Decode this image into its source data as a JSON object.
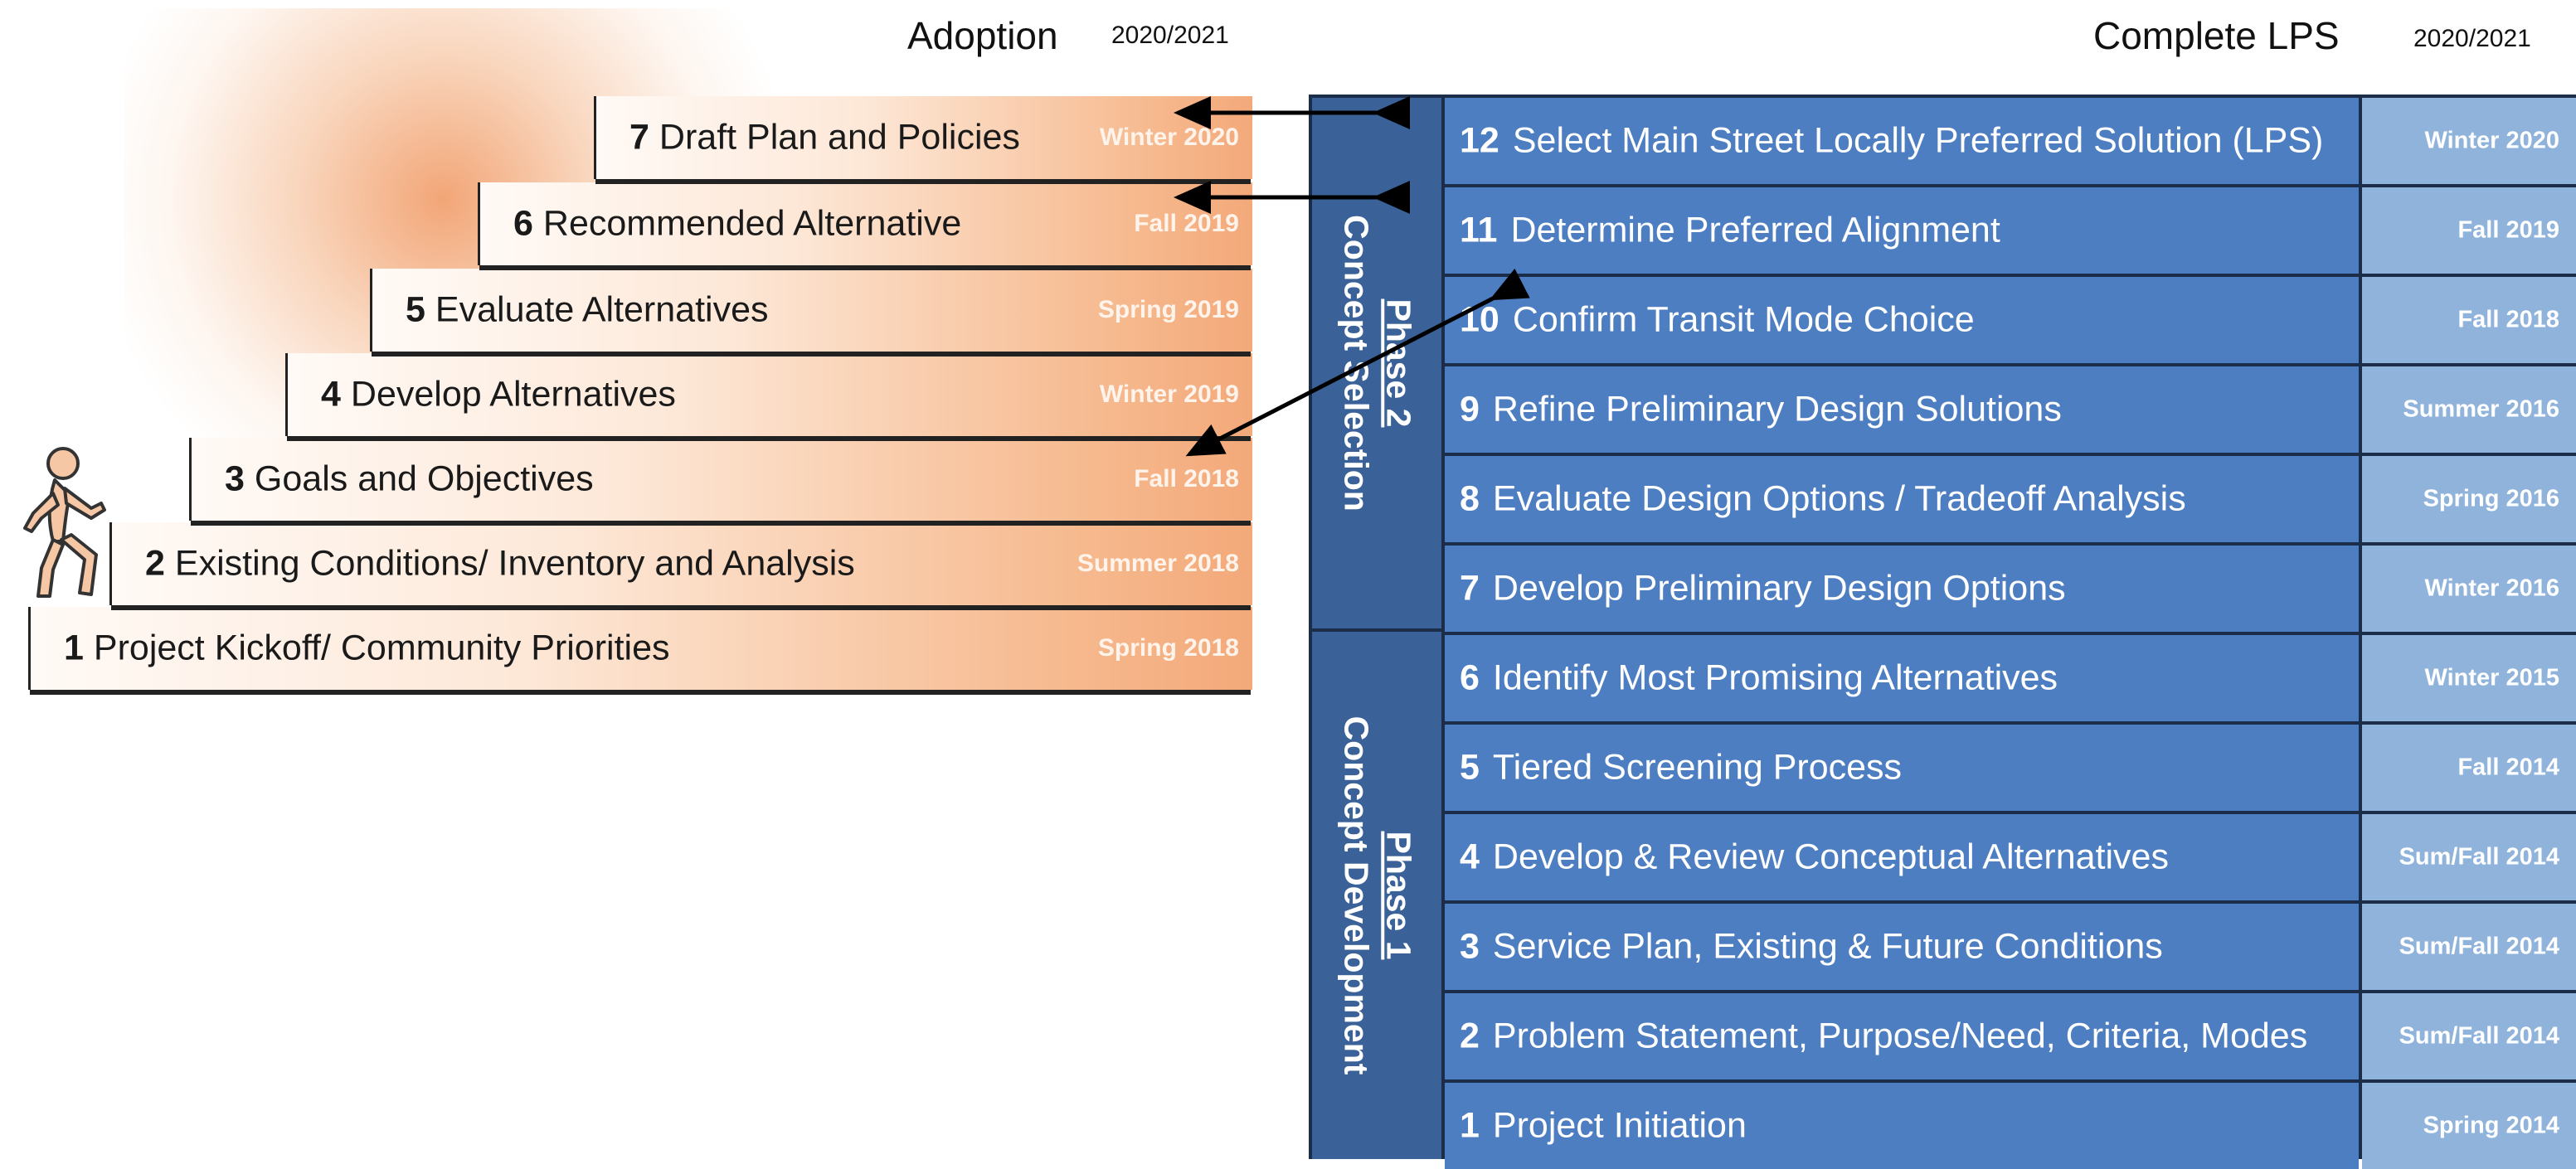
{
  "left_header": {
    "title": "Adoption",
    "year": "2020/2021"
  },
  "right_header": {
    "title": "Complete LPS",
    "year": "2020/2021"
  },
  "plan_steps": [
    {
      "num": "1",
      "label": "Project Kickoff/ Community Priorities",
      "date": "Spring 2018"
    },
    {
      "num": "2",
      "label": "Existing Conditions/ Inventory and Analysis",
      "date": "Summer 2018"
    },
    {
      "num": "3",
      "label": "Goals and Objectives",
      "date": "Fall 2018"
    },
    {
      "num": "4",
      "label": "Develop Alternatives",
      "date": "Winter 2019"
    },
    {
      "num": "5",
      "label": "Evaluate Alternatives",
      "date": "Spring 2019"
    },
    {
      "num": "6",
      "label": "Recommended Alternative",
      "date": "Fall 2019"
    },
    {
      "num": "7",
      "label": "Draft Plan and Policies",
      "date": "Winter 2020"
    }
  ],
  "phases": [
    {
      "title": "Phase 2",
      "subtitle": "Concept Selection"
    },
    {
      "title": "Phase 1",
      "subtitle": "Concept Development"
    }
  ],
  "lps_tasks": [
    {
      "num": "12",
      "label": "Select Main Street Locally Preferred Solution (LPS)",
      "date": "Winter 2020"
    },
    {
      "num": "11",
      "label": "Determine Preferred Alignment",
      "date": "Fall 2019"
    },
    {
      "num": "10",
      "label": "Confirm Transit Mode Choice",
      "date": "Fall 2018"
    },
    {
      "num": "9",
      "label": "Refine Preliminary Design Solutions",
      "date": "Summer 2016"
    },
    {
      "num": "8",
      "label": "Evaluate Design Options / Tradeoff Analysis",
      "date": "Spring 2016"
    },
    {
      "num": "7",
      "label": "Develop Preliminary Design Options",
      "date": "Winter 2016"
    },
    {
      "num": "6",
      "label": "Identify Most Promising Alternatives",
      "date": "Winter 2015"
    },
    {
      "num": "5",
      "label": "Tiered Screening Process",
      "date": "Fall 2014"
    },
    {
      "num": "4",
      "label": "Develop & Review Conceptual Alternatives",
      "date": "Sum/Fall 2014"
    },
    {
      "num": "3",
      "label": "Service Plan, Existing & Future Conditions",
      "date": "Sum/Fall 2014"
    },
    {
      "num": "2",
      "label": "Problem Statement, Purpose/Need, Criteria, Modes",
      "date": "Sum/Fall 2014"
    },
    {
      "num": "1",
      "label": "Project Initiation",
      "date": "Spring 2014"
    }
  ],
  "colors": {
    "task": "#4d7ec2",
    "date_cell": "#90b3db",
    "phase": "#3a6298",
    "step_accent": "#f3a97a"
  }
}
